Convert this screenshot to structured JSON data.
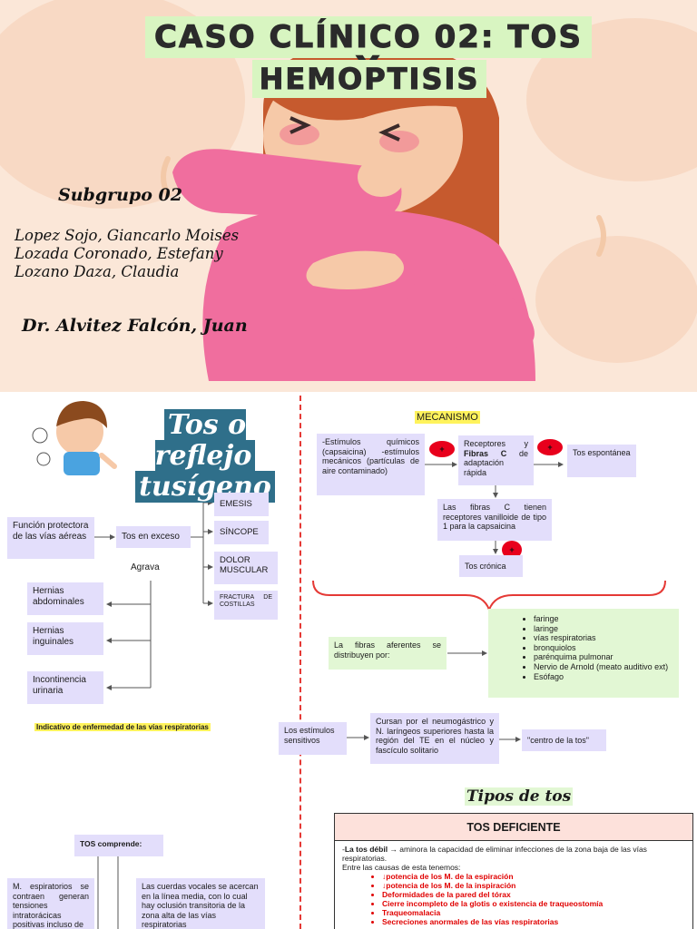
{
  "cover": {
    "title_line1": "CASO CLÍNICO 02: TOS Y",
    "title_line2": "HEMOPTISIS",
    "subgrupo": "Subgrupo 02",
    "members": [
      "Lopez Sojo, Giancarlo Moises",
      "Lozada Coronado, Estefany",
      "Lozano Daza, Claudia"
    ],
    "doctor": "Dr. Alvitez Falcón, Juan"
  },
  "left": {
    "title_line1": "Tos o reflejo",
    "title_line2": "tusígeno",
    "funcion": "Función protectora de las vías aéreas",
    "tos_exceso": "Tos en exceso",
    "effects": [
      "EMESIS",
      "SÍNCOPE",
      "DOLOR MUSCULAR",
      "FRACTURA DE COSTILLAS"
    ],
    "agrava": "Agrava",
    "aggravates": [
      "Hernias abdominales",
      "Hernias inguinales",
      "Incontinencia urinaria"
    ],
    "indicativo": "Indicativo de enfermedad de las vías respiratorias",
    "tos_comprende": "TOS comprende:",
    "comprende_1": "M. espiratorios se contraen generan tensiones intratorácicas positivas incluso de",
    "comprende_2": "Las cuerdas vocales se acercan en la línea media, con lo cual hay oclusión transitoria de la zona alta de las vías respiratorias"
  },
  "right": {
    "mecanismo": "MECANISMO",
    "estimulos": "-Estímulos químicos (capsaicina) -estímulos mecánicos (partículas de aire contaminado)",
    "receptores_pre": "Receptores y ",
    "receptores_bold": "Fibras C",
    "receptores_post": " de adaptación rápida",
    "tos_espontanea": "Tos espontánea",
    "fibras_c": "Las fibras C tienen receptores vanilloide de tipo 1 para la capsaicina",
    "tos_cronica": "Tos crónica",
    "plus_sign": "+",
    "aferentes": "La fibras aferentes se distribuyen por:",
    "aferentes_list": [
      "faringe",
      "laringe",
      "vías respiratorias",
      "bronquiolos",
      "parénquima pulmonar",
      "Nervio de Arnold (meato auditivo ext)",
      "Esófago"
    ],
    "estimulos_sensitivos": "Los estímulos sensitivos",
    "cursan": "Cursan por el neumogástrico y N. laríngeos superiores hasta la región del TE en el núcleo y fascículo solitario",
    "centro": "\"centro de la tos\"",
    "tipos_title": "Tipos de tos",
    "deficiente": {
      "header": "TOS DEFICIENTE",
      "lead_bold": "La tos débil",
      "lead_rest": " → aminora la capacidad de eliminar infecciones de la zona baja de las vías respiratorias.",
      "causas": "Entre las causas de esta tenemos:",
      "items": [
        "↓potencia de los M. de la espiración",
        "↓potencia de los M. de la inspiración",
        "Deformidades de la pared del tórax",
        "Cierre incompleto de la glotis o existencia de traqueostomía",
        "Traqueomalacia",
        "Secreciones anormales de las vías respiratorias"
      ]
    }
  }
}
